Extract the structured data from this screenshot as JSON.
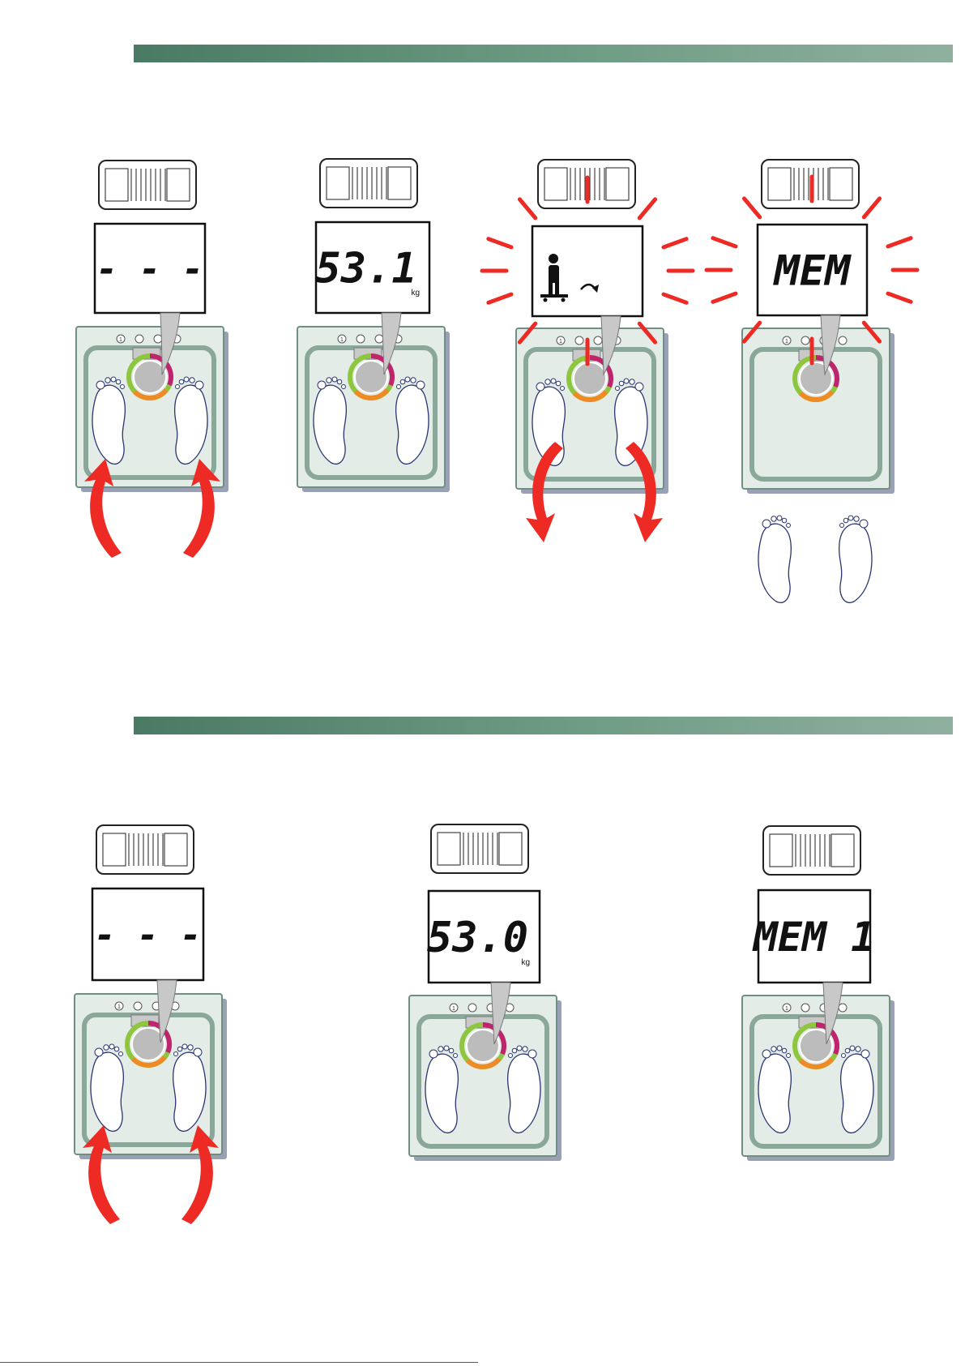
{
  "section_1": {
    "steps": [
      {
        "display": "- - -",
        "unit": ""
      },
      {
        "display": "53.1",
        "unit": "kg"
      },
      {
        "display": "",
        "unit": ""
      },
      {
        "display": "MEM",
        "unit": ""
      }
    ]
  },
  "section_2": {
    "steps": [
      {
        "display": "- - -",
        "unit": ""
      },
      {
        "display": "53.0",
        "unit": "kg"
      },
      {
        "display": "MEM 1",
        "unit": ""
      }
    ]
  },
  "colors": {
    "band_dark": "#4b7a64",
    "band_light": "#8fb09f",
    "arrow_red": "#ee2a24",
    "scale_green": "#e4ece8",
    "ring_green": "#8fc63f",
    "ring_orange": "#f08a24",
    "ring_magenta": "#c0246e"
  },
  "icons": [
    "step-on-arrow-icon",
    "step-off-arrow-icon",
    "flash-ray-icon",
    "footprint-icon",
    "child-on-scale-icon",
    "redo-arrow-icon"
  ]
}
